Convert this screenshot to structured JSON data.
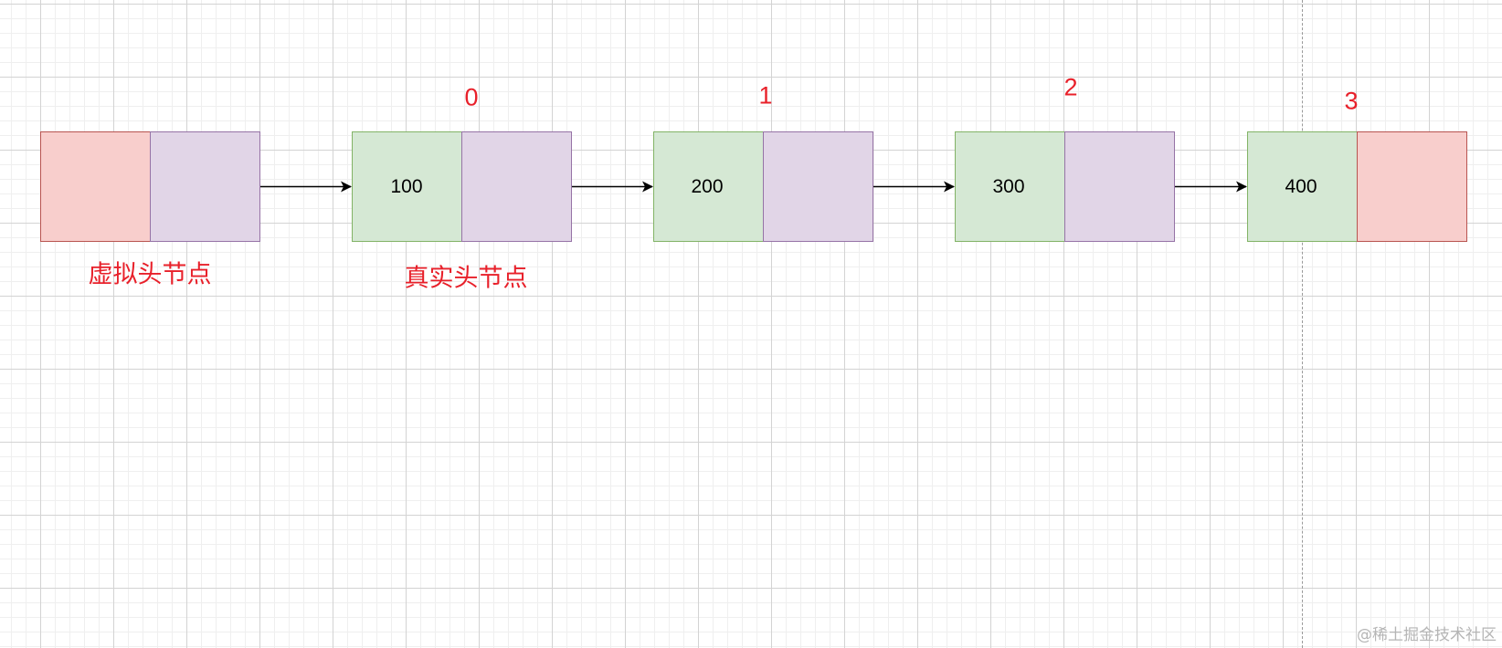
{
  "nodes": [
    {
      "id": "dummy-head",
      "data_fill": "pink",
      "next_fill": "purple",
      "value": "",
      "index": "",
      "caption": "虚拟头节点"
    },
    {
      "id": "node-0",
      "data_fill": "green",
      "next_fill": "purple",
      "value": "100",
      "index": "0",
      "caption": "真实头节点"
    },
    {
      "id": "node-1",
      "data_fill": "green",
      "next_fill": "purple",
      "value": "200",
      "index": "1",
      "caption": ""
    },
    {
      "id": "node-2",
      "data_fill": "green",
      "next_fill": "purple",
      "value": "300",
      "index": "2",
      "caption": ""
    },
    {
      "id": "node-3",
      "data_fill": "green",
      "next_fill": "pink",
      "value": "400",
      "index": "3",
      "caption": ""
    }
  ],
  "edges": [
    {
      "from": "dummy-head",
      "to": "node-0"
    },
    {
      "from": "node-0",
      "to": "node-1"
    },
    {
      "from": "node-1",
      "to": "node-2"
    },
    {
      "from": "node-2",
      "to": "node-3"
    }
  ],
  "colors": {
    "pink_fill": "#f8cecc",
    "pink_stroke": "#b85450",
    "purple_fill": "#e1d5e7",
    "purple_stroke": "#9673a6",
    "green_fill": "#d5e8d4",
    "green_stroke": "#82b366",
    "label_red": "#e8202a",
    "arrow": "#000000"
  },
  "watermark": "@稀土掘金技术社区"
}
